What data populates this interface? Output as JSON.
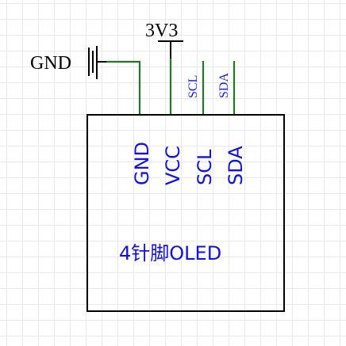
{
  "power": {
    "supply_label": "3V3",
    "ground_label": "GND"
  },
  "nets": {
    "scl_label": "SCL",
    "sda_label": "SDA"
  },
  "module": {
    "title": "4针脚OLED",
    "pins": [
      "GND",
      "VCC",
      "SCL",
      "SDA"
    ]
  },
  "colors": {
    "wire": "#1f7a1f",
    "text_blue": "#1010ee",
    "outline": "#000000"
  }
}
